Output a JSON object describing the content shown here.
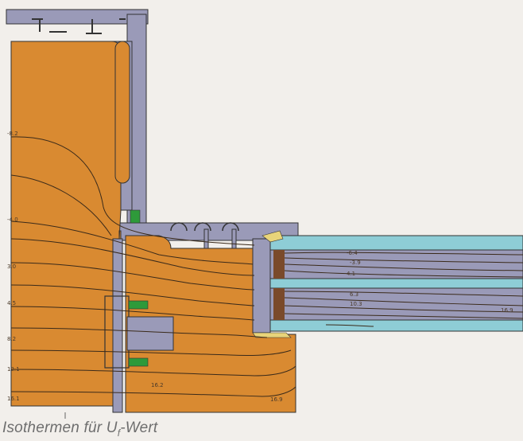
{
  "figure": {
    "caption_main": "Isothermen für U",
    "caption_sub": "f",
    "caption_tail": "-Wert",
    "colors": {
      "background": "#f2efeb",
      "wood": "#d98a31",
      "aluminium": "#9a9ab8",
      "glass": "#8ecdd6",
      "gasket": "#2e9a3a",
      "isotherm": "#3a2a1a"
    },
    "isotherm_labels": {
      "left": [
        "-8.2",
        "-4.0",
        "3.0",
        "4.5",
        "8.2",
        "12.1",
        "16.1"
      ],
      "bottom": [
        "16.2",
        "16.9"
      ],
      "glazing": [
        "-6.4",
        "-3.9",
        "4.1",
        "6.3",
        "10.3",
        "16.9"
      ]
    }
  }
}
